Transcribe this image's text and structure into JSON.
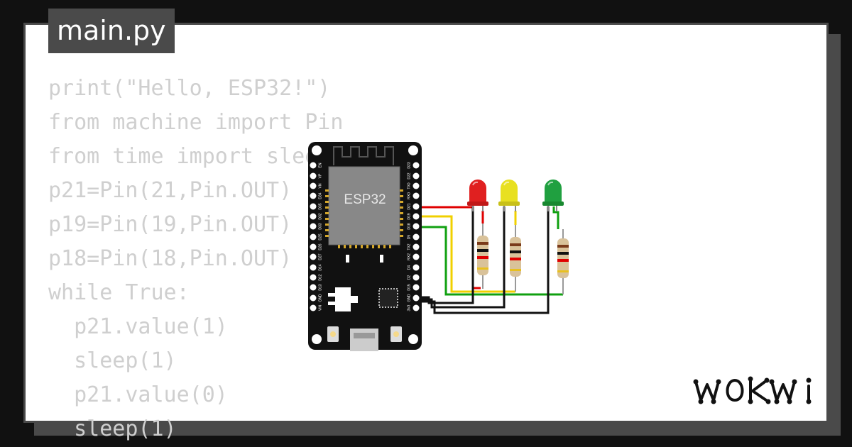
{
  "tab": {
    "filename": "main.py"
  },
  "code": {
    "lines": [
      "print(\"Hello, ESP32!\")",
      "from machine import Pin",
      "from time import sleep",
      "p21=Pin(21,Pin.OUT)",
      "p19=Pin(19,Pin.OUT)",
      "p18=Pin(18,Pin.OUT)",
      "while True:",
      "  p21.value(1)",
      "  sleep(1)",
      "  p21.value(0)",
      "  sleep(1)"
    ]
  },
  "board": {
    "chip_label": "ESP32",
    "pins_left": [
      "EN",
      "VP",
      "VN",
      "D34",
      "D35",
      "D32",
      "D33",
      "D25",
      "D26",
      "D27",
      "D14",
      "D12",
      "D13",
      "GND",
      "VIN"
    ],
    "pins_right": [
      "D23",
      "D22",
      "TX0",
      "RX0",
      "D21",
      "D19",
      "D18",
      "D5",
      "TX2",
      "RX2",
      "D4",
      "D2",
      "D15",
      "GND",
      "3V3"
    ]
  },
  "leds": [
    {
      "color": "#e02020",
      "name": "red-led"
    },
    {
      "color": "#e8e020",
      "name": "yellow-led"
    },
    {
      "color": "#20a040",
      "name": "green-led"
    }
  ],
  "wires": {
    "red": "#e00000",
    "yellow": "#f0d000",
    "green": "#10a010",
    "black": "#111111"
  },
  "brand": {
    "logo_text": "WOKWI"
  }
}
